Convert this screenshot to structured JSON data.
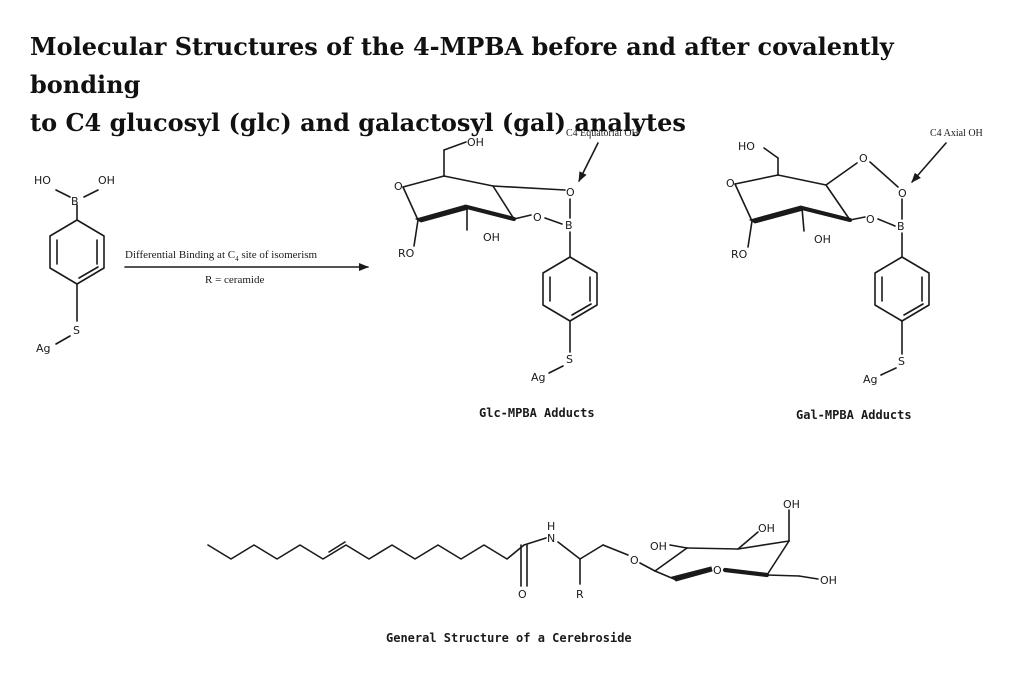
{
  "title": {
    "line1": "Molecular Structures of the 4-MPBA before and after covalently bonding",
    "line2": "to C4 glucosyl (glc) and galactosyl (gal) analytes"
  },
  "reaction_arrow": {
    "label_prefix": "Differential Binding at C",
    "label_subscript": "4",
    "label_suffix": " site of isomerism",
    "sublabel": "R = ceramide"
  },
  "atoms": {
    "ho": "HO",
    "oh": "OH",
    "b": "B",
    "s": "S",
    "ag": "Ag",
    "o": "O",
    "ro": "RO",
    "n": "N",
    "h": "H",
    "r": "R"
  },
  "annotations": {
    "equatorial": "C4 Equatorial OH",
    "axial": "C4 Axial OH"
  },
  "captions": {
    "glc": "Glc-MPBA Adducts",
    "gal": "Gal-MPBA Adducts",
    "cerebroside": "General Structure of a Cerebroside"
  }
}
